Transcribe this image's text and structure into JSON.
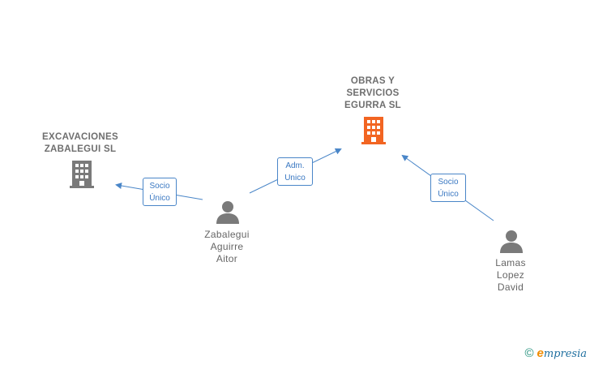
{
  "nodes": {
    "obras": {
      "lines": [
        "OBRAS Y",
        "SERVICIOS",
        "EGURRA  SL"
      ],
      "icon": "building-icon",
      "color": "#f26522"
    },
    "excavaciones": {
      "lines": [
        "EXCAVACIONES",
        "ZABALEGUI SL"
      ],
      "icon": "building-icon",
      "color": "#7a7a7a"
    },
    "zabalegui": {
      "lines": [
        "Zabalegui",
        "Aguirre",
        "Aitor"
      ],
      "icon": "person-icon",
      "color": "#7a7a7a"
    },
    "lamas": {
      "lines": [
        "Lamas",
        "Lopez",
        "David"
      ],
      "icon": "person-icon",
      "color": "#7a7a7a"
    }
  },
  "edges": [
    {
      "id": "e1",
      "from": "zabalegui",
      "to": "excavaciones",
      "label": [
        "Socio",
        "Único"
      ]
    },
    {
      "id": "e2",
      "from": "zabalegui",
      "to": "obras",
      "label": [
        "Adm.",
        "Unico"
      ]
    },
    {
      "id": "e3",
      "from": "lamas",
      "to": "obras",
      "label": [
        "Socio",
        "Único"
      ]
    }
  ],
  "colors": {
    "edge": "#4a86c8"
  },
  "footer": {
    "copyright": "©",
    "brand_initial": "e",
    "brand_rest": "mpresia"
  }
}
